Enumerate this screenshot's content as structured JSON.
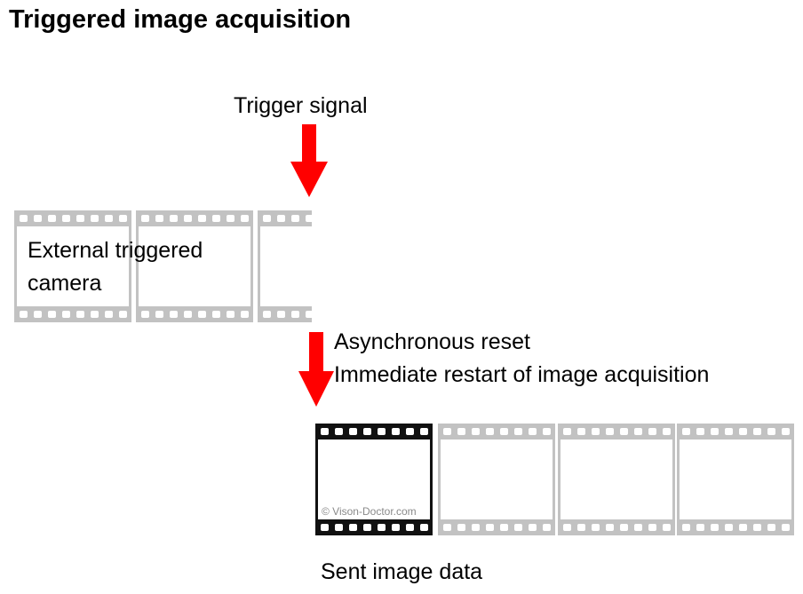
{
  "title": "Triggered image acquisition",
  "trigger_label": "Trigger signal",
  "camera_label_line1": "External triggered",
  "camera_label_line2": "camera",
  "reset_label_line1": "Asynchronous reset",
  "reset_label_line2": "Immediate restart of image acquisition",
  "sent_label": "Sent image data",
  "watermark": "© Vison-Doctor.com",
  "colors": {
    "arrow": "#ff0000",
    "frame_gray": "#c2c2c2",
    "frame_black": "#111111"
  },
  "icons": [
    "film-frame-icon",
    "down-arrow-icon"
  ]
}
